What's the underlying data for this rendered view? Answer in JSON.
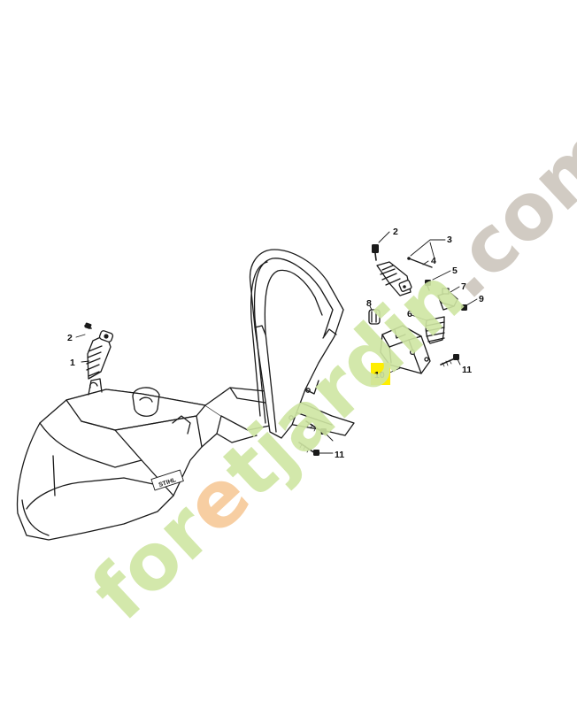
{
  "diagram": {
    "callouts": {
      "c1": "1",
      "c2a": "2",
      "c2b": "2",
      "c3": "3",
      "c4": "4",
      "c5": "5",
      "c6": "6",
      "c7": "7",
      "c8": "8",
      "c9": "9",
      "c10": "10",
      "c11a": "11",
      "c11b": "11"
    },
    "highlight_color": "#ffee00",
    "brand_mark": "STIHL"
  },
  "watermark": {
    "parts": [
      {
        "text": "for",
        "color": "#cfe6a3"
      },
      {
        "text": "e",
        "color": "#f7c998"
      },
      {
        "text": "t",
        "color": "#cfe6a3"
      },
      {
        "text": "jardin",
        "color": "#cfe6a3"
      },
      {
        "text": ".com",
        "color": "#cdc6bd"
      }
    ]
  }
}
